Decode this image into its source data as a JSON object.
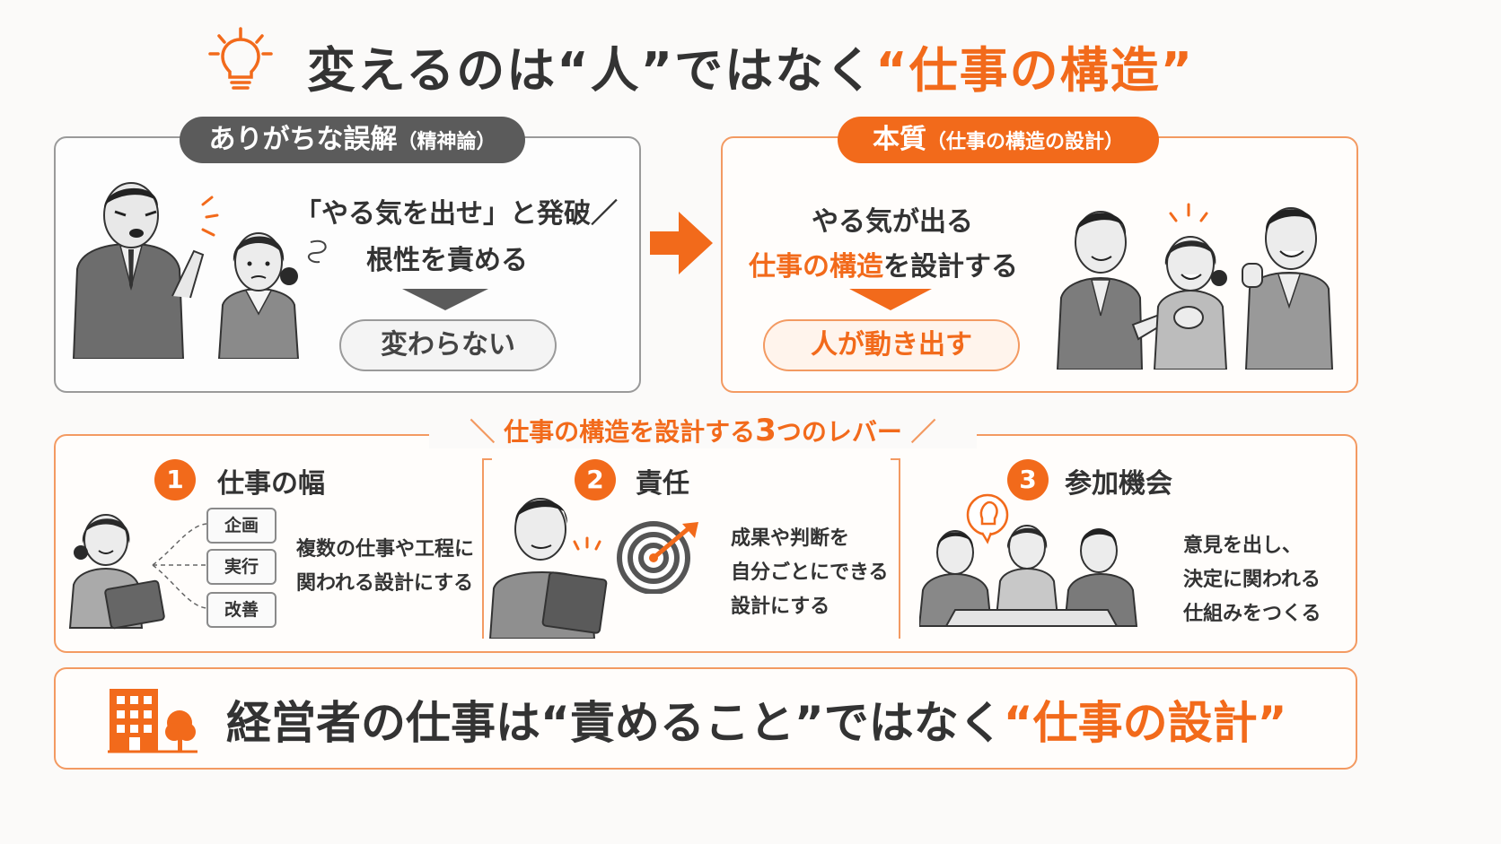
{
  "title": {
    "prefix": "変えるのは“人”ではなく",
    "highlight": "“仕事の構造”"
  },
  "left_panel": {
    "label_main": "ありがちな誤解",
    "label_sub": "（精神論）",
    "line1": "「やる気を出せ」と発破／",
    "line2": "根性を責める",
    "result": "変わらない"
  },
  "right_panel": {
    "label_main": "本質",
    "label_sub": "（仕事の構造の設計）",
    "line1": "やる気が出る",
    "line2_highlight": "仕事の構造",
    "line2_rest": "を設計する",
    "result": "人が動き出す"
  },
  "levers": {
    "heading_prefix": "仕事の構造を設計する",
    "heading_num": "3",
    "heading_suffix": "つのレバー",
    "items": [
      {
        "num": "1",
        "title": "仕事の幅",
        "tags": [
          "企画",
          "実行",
          "改善"
        ],
        "desc1": "複数の仕事や工程に",
        "desc2": "関われる設計にする"
      },
      {
        "num": "2",
        "title": "責任",
        "desc1": "成果や判断を",
        "desc2": "自分ごとにできる",
        "desc3": "設計にする"
      },
      {
        "num": "3",
        "title": "参加機会",
        "desc1": "意見を出し、",
        "desc2": "決定に関われる",
        "desc3": "仕組みをつくる"
      }
    ]
  },
  "footer": {
    "prefix": "経営者の仕事は“責めること”ではなく",
    "highlight": "“仕事の設計”"
  },
  "colors": {
    "accent": "#f26a1b",
    "dark_pill": "#5b5b5b",
    "border_gray": "#9a9a9a"
  },
  "icons": [
    "lightbulb-icon",
    "arrow-right-icon",
    "target-icon",
    "building-icon"
  ]
}
